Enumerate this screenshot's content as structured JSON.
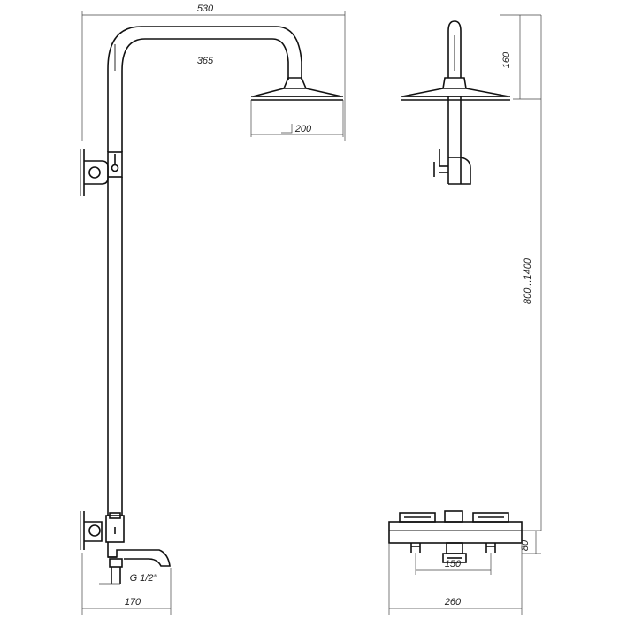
{
  "dimensions": {
    "overall_width": "530",
    "arm_reach": "365",
    "head_diameter": "200",
    "head_height": "160",
    "height_range": "800...1400",
    "inlet_thread": "G 1/2\"",
    "spout_projection": "170",
    "mixer_height": "80",
    "inlet_spacing": "150",
    "mixer_width": "260"
  }
}
